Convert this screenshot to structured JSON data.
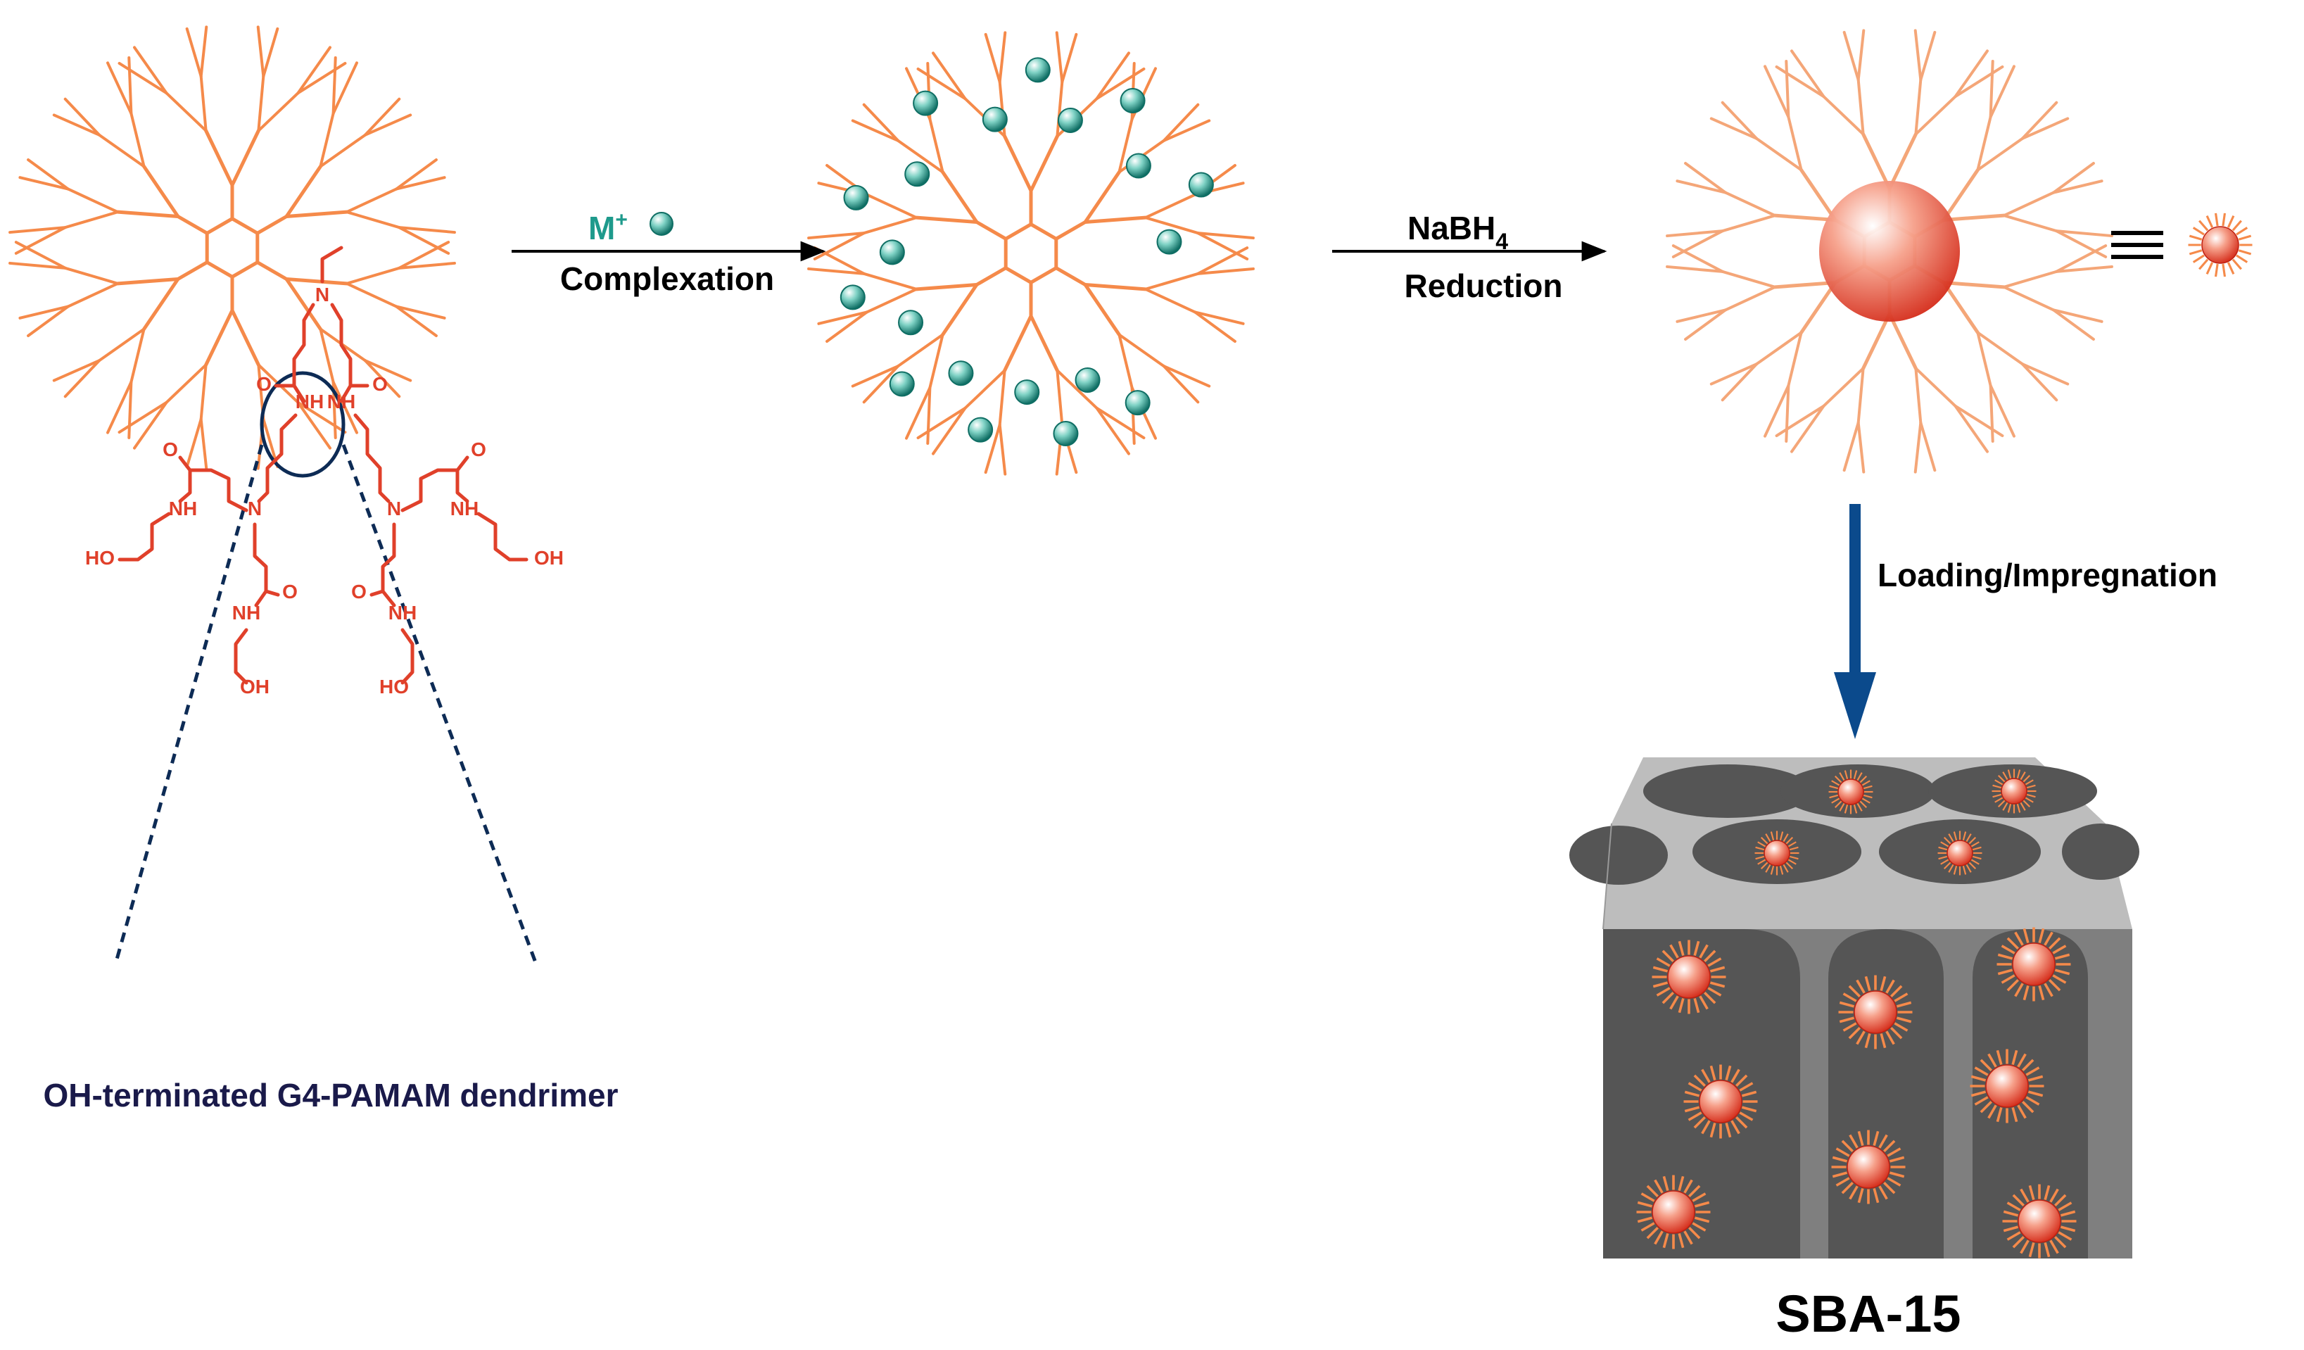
{
  "colors": {
    "dendrimer": "#F58A4A",
    "dendrimer_light": "#F4A678",
    "ion": "#1E9A8C",
    "chem": "#E0402A",
    "arrow": "#0B4A8C",
    "zoom": "#0D2B55",
    "label_dark": "#000000",
    "title_navy": "#1A1A4A",
    "silica_top": "#BDBDBD",
    "silica_side": "#7F7F7F",
    "pore": "#555555"
  },
  "icons": [
    "dendrimer-icon",
    "metal-ion-icon",
    "nanoparticle-icon",
    "equivalence-icon",
    "sba15-block-icon"
  ],
  "step1": {
    "ion_label": "M",
    "ion_sup": "+",
    "label": "Complexation"
  },
  "step2": {
    "reagent": "NaBH",
    "reagent_sub": "4",
    "label": "Reduction"
  },
  "step3": {
    "label": "Loading/Impregnation"
  },
  "support": {
    "label": "SBA-15"
  },
  "dendrimer": {
    "label": "OH-terminated G4-PAMAM dendrimer"
  },
  "chem": {
    "N": "N",
    "O": "O",
    "NH": "NH",
    "HO": "HO",
    "OH": "OH"
  }
}
